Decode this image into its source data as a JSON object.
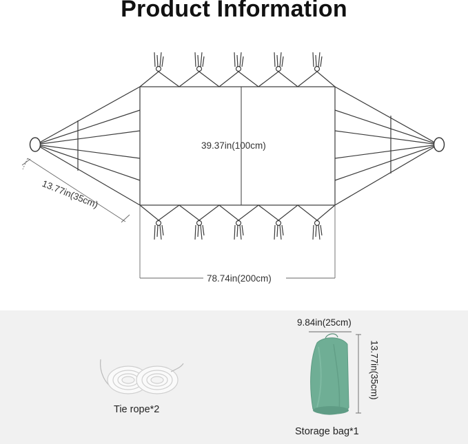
{
  "title": "Product Information",
  "hammock": {
    "width_label": "39.37in(100cm)",
    "length_label": "78.74in(200cm)",
    "spreader_label": "13.77in(35cm)",
    "tie_points": 5
  },
  "accessories": {
    "tie_rope": {
      "label": "Tie rope*2"
    },
    "storage_bag": {
      "label": "Storage bag*1",
      "width_label": "9.84in(25cm)",
      "height_label": "13.77in(35cm)",
      "color": "#6fae95"
    }
  },
  "colors": {
    "line": "#333333",
    "panel_bg": "#f1f1f1"
  }
}
